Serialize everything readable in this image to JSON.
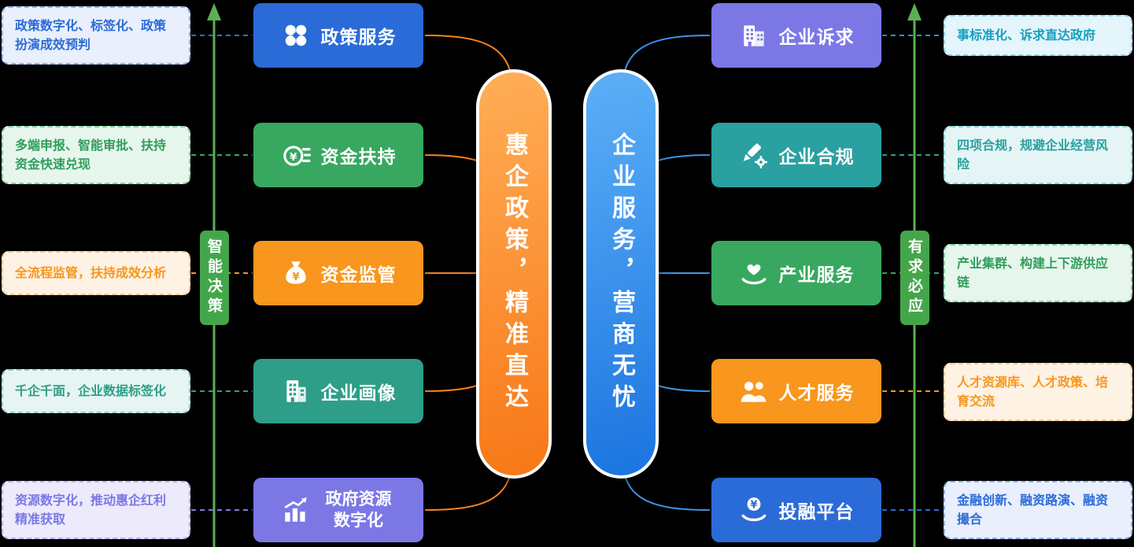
{
  "palette": {
    "background": "#000000",
    "blue": "#2b6bd7",
    "green": "#38a860",
    "orange": "#f8961d",
    "teal": "#2aa0a0",
    "teal_green": "#2e9e88",
    "purple": "#7b78e6",
    "cyan_blue": "#16a0c0",
    "arrow_green": "#5cb052",
    "badge_green": "#44a64a",
    "pill_orange": "#f87716",
    "pill_blue": "#1b74e0"
  },
  "left": {
    "pill_text": "惠企政策，精准直达",
    "arrow_label": "智能决策",
    "items": [
      {
        "label": "政策服务",
        "icon": "clover-icon",
        "desc": "政策数字化、标签化、政策扮演成效预判"
      },
      {
        "label": "资金扶持",
        "icon": "coin-yuan-icon",
        "desc": "多端申报、智能审批、扶持资金快速兑现"
      },
      {
        "label": "资金监管",
        "icon": "money-bag-icon",
        "desc": "全流程监管，扶持成效分析"
      },
      {
        "label": "企业画像",
        "icon": "building-icon",
        "desc": "千企千面，企业数据标签化"
      },
      {
        "label": "政府资源数字化",
        "icon": "bar-chart-icon",
        "desc": "资源数字化，推动惠企红利精准获取"
      }
    ]
  },
  "right": {
    "pill_text": "企业服务，营商无忧",
    "arrow_label": "有求必应",
    "items": [
      {
        "label": "企业诉求",
        "icon": "buildings-icon",
        "desc": "事标准化、诉求直达政府"
      },
      {
        "label": "企业合规",
        "icon": "pen-gear-icon",
        "desc": "四项合规，规避企业经营风险"
      },
      {
        "label": "产业服务",
        "icon": "hand-heart-icon",
        "desc": "产业集群、构建上下游供应链"
      },
      {
        "label": "人才服务",
        "icon": "people-icon",
        "desc": "人才资源库、人才政策、培育交流"
      },
      {
        "label": "投融平台",
        "icon": "hand-coin-icon",
        "desc": "金融创新、融资路演、融资撮合"
      }
    ]
  }
}
